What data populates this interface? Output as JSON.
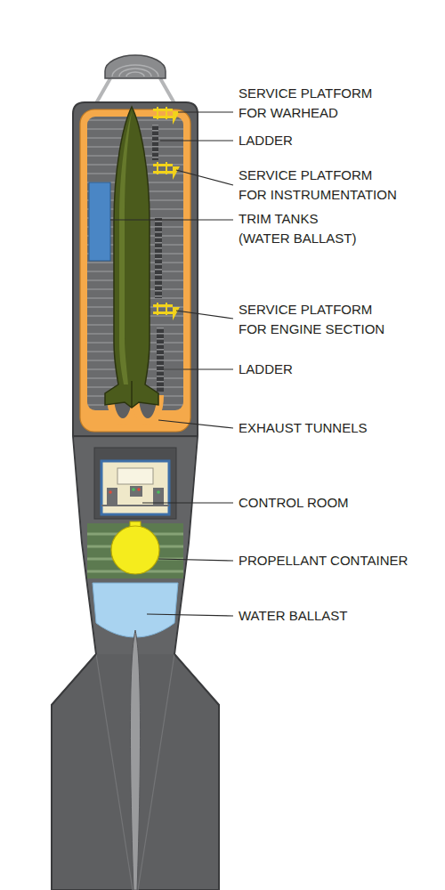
{
  "diagram": {
    "labels": [
      "SERVICE PLATFORM FOR WARHEAD",
      "LADDER",
      "SERVICE PLATFORM FOR INSTRUMENTATION",
      "TRIM TANKS (WATER BALLAST)",
      "SERVICE PLATFORM FOR ENGINE SECTION",
      "LADDER",
      "EXHAUST TUNNELS",
      "CONTROL ROOM",
      "PROPELLANT CONTAINER",
      "WATER BALLAST"
    ]
  }
}
